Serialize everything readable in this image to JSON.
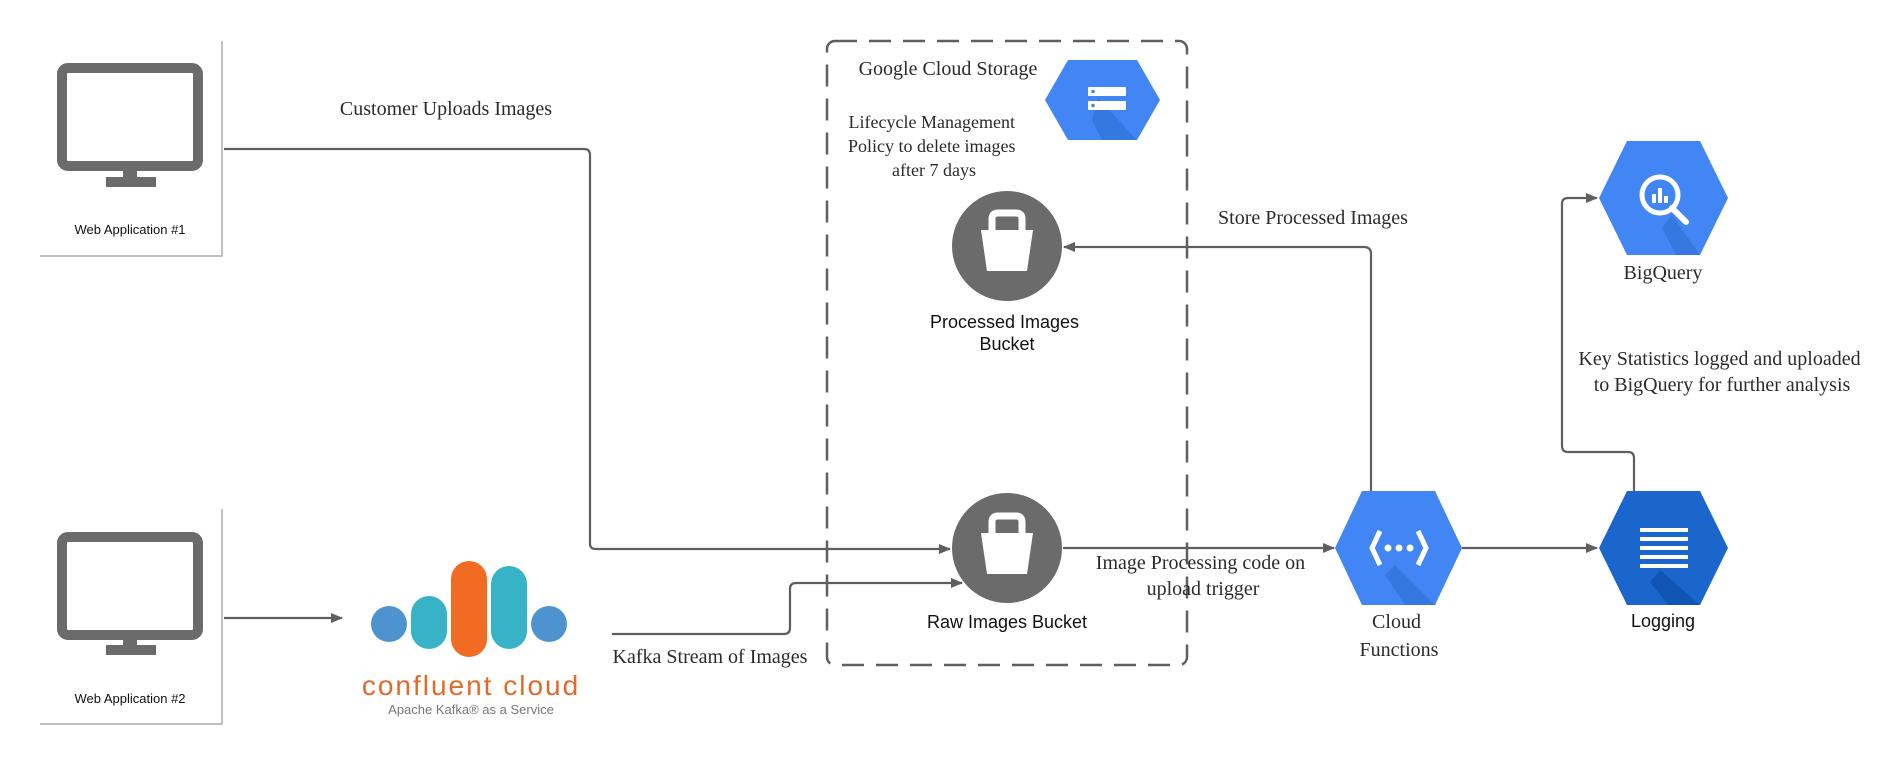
{
  "nodes": {
    "web_app_1": {
      "label": "Web Application #1",
      "icon": "monitor-icon"
    },
    "web_app_2": {
      "label": "Web Application #2",
      "icon": "monitor-icon"
    },
    "confluent": {
      "brand": "confluent cloud",
      "tagline": "Apache Kafka® as a Service",
      "icon": "confluent-cloud-logo"
    },
    "gcs_group": {
      "title": "Google Cloud Storage",
      "note_lines": [
        "Lifecycle Management",
        "Policy to delete images",
        "after 7 days"
      ],
      "icon": "cloud-storage-icon"
    },
    "processed_bucket": {
      "label_lines": [
        "Processed Images",
        "Bucket"
      ],
      "icon": "bucket-icon"
    },
    "raw_bucket": {
      "label": "Raw Images Bucket",
      "icon": "bucket-icon"
    },
    "cloud_functions": {
      "label_lines": [
        "Cloud",
        "Functions"
      ],
      "icon": "cloud-functions-icon"
    },
    "logging": {
      "label": "Logging",
      "icon": "logging-icon"
    },
    "bigquery": {
      "label": "BigQuery",
      "icon": "bigquery-icon"
    }
  },
  "edges": {
    "upload": {
      "label": "Customer Uploads Images"
    },
    "kafka_stream": {
      "label": "Kafka Stream of Images"
    },
    "trigger": {
      "label_lines": [
        "Image Processing code on",
        "upload trigger"
      ]
    },
    "store": {
      "label": "Store Processed Images"
    },
    "stats": {
      "label_lines": [
        "Key Statistics logged and uploaded",
        "to BigQuery for further analysis"
      ]
    }
  },
  "colors": {
    "gcp_blue": "#4285f4",
    "gcp_blue_shadow": "#2f6fd6",
    "logging_blue": "#1a66cc",
    "icon_gray": "#6b6b6b",
    "confluent_orange": "#f26b22",
    "confluent_teal": "#36b3c7",
    "confluent_blue": "#4e92cf"
  }
}
